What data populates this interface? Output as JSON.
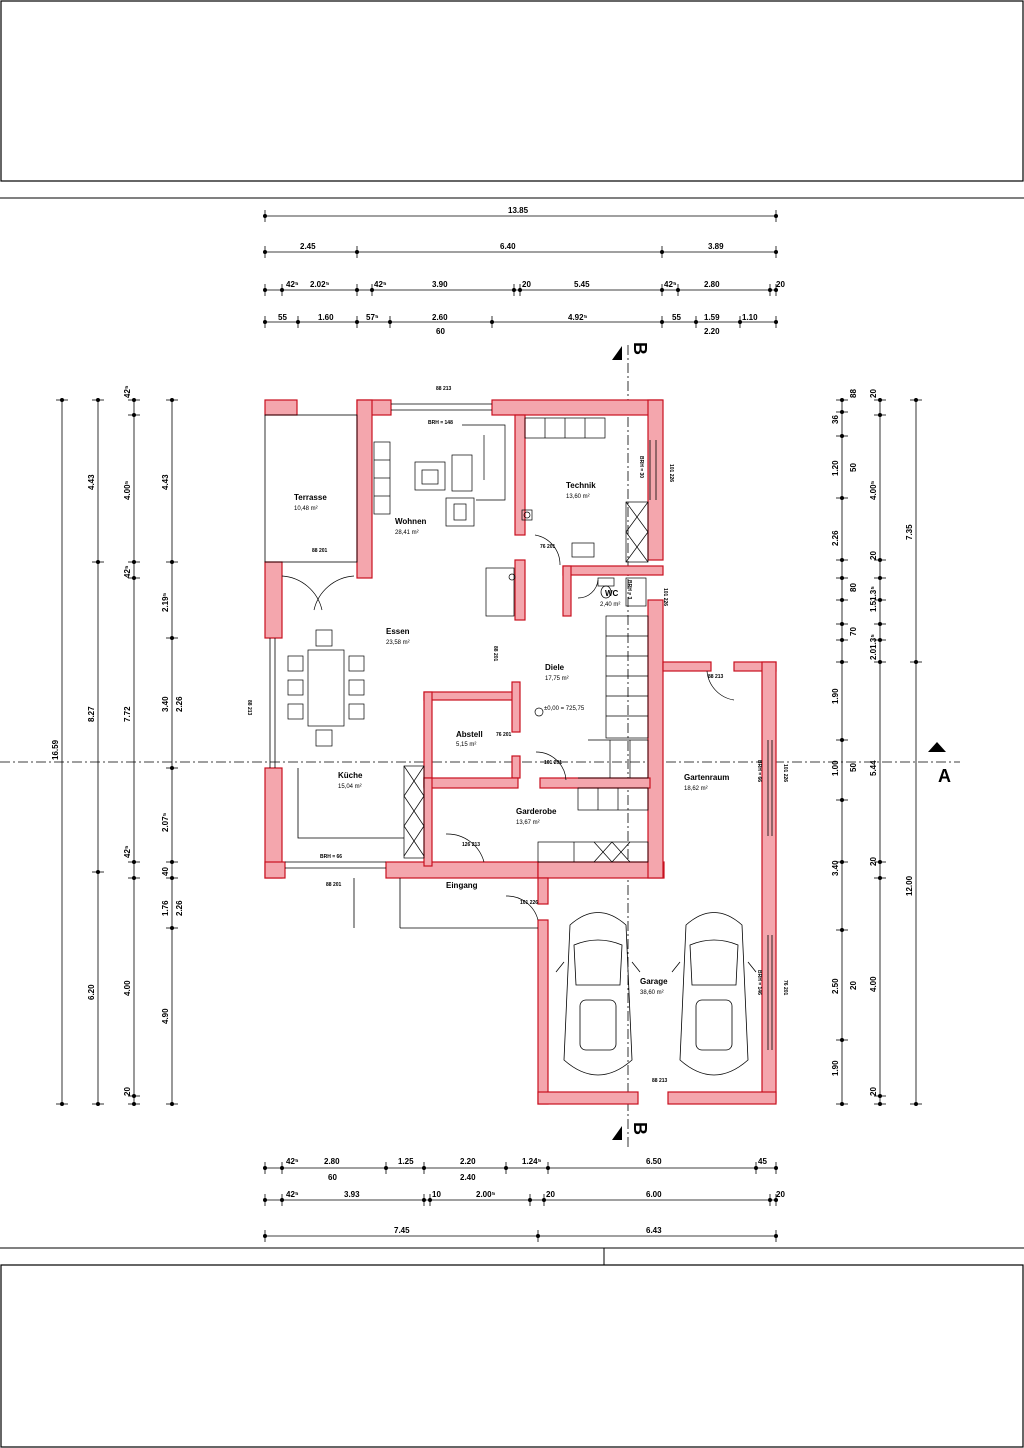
{
  "sheet": {
    "section_a": "A",
    "section_b": "B"
  },
  "dims": {
    "top": {
      "overall": "13.85",
      "row2": [
        "2.45",
        "6.40",
        "3.89"
      ],
      "row3": [
        "42⁵",
        "2.02⁵",
        "42⁵",
        "3.90",
        "20",
        "5.45",
        "42⁵",
        "2.80",
        "20"
      ],
      "row4": [
        "55",
        "1.60",
        "57⁵",
        "2.60",
        "4.92⁵",
        "55",
        "1.59",
        "1.10"
      ],
      "row4_sub": [
        "60",
        "2.20"
      ]
    },
    "left": {
      "overall": "16.59",
      "a": [
        "4.43",
        "8.27",
        "6.20"
      ],
      "b": [
        "42⁵",
        "4.00⁵",
        "42⁵",
        "7.72",
        "42⁵",
        "4.00",
        "20"
      ],
      "c": [
        "4.43",
        "2.19⁵",
        "3.40",
        "2.07⁵",
        "1.76",
        "4.90"
      ],
      "c_sub": [
        "2.26",
        "2.26",
        "40"
      ]
    },
    "right": {
      "overall_a": "7.35",
      "overall_b": "12.00",
      "a": [
        "36",
        "1.20",
        "2.26",
        "1.90",
        "1.00",
        "3.40",
        "2.50",
        "1.90"
      ],
      "a2": [
        "88",
        "50",
        "20",
        "70",
        "80",
        "50",
        "20",
        "20",
        "20",
        "20"
      ],
      "b": [
        "4.00⁵",
        "1.51.3⁵",
        "2.01.3⁵",
        "5.44",
        "4.00"
      ]
    },
    "bottom": {
      "row1": [
        "42⁵",
        "2.80",
        "1.25",
        "2.20",
        "1.24⁵",
        "6.50",
        "45"
      ],
      "row1_sub": [
        "60",
        "2.40"
      ],
      "row2": [
        "42⁵",
        "3.93",
        "10",
        "2.00⁵",
        "20",
        "6.00",
        "20"
      ],
      "overall": [
        "7.45",
        "6.43"
      ]
    }
  },
  "rooms": [
    {
      "name": "Terrasse",
      "area": "10,48 m²"
    },
    {
      "name": "Wohnen",
      "area": "28,41 m²"
    },
    {
      "name": "Technik",
      "area": "13,60 m²"
    },
    {
      "name": "WC",
      "area": "2,40 m²"
    },
    {
      "name": "Essen",
      "area": "23,58 m²"
    },
    {
      "name": "Diele",
      "area": "17,75 m²"
    },
    {
      "name": "Abstell",
      "area": "5,15 m²"
    },
    {
      "name": "Küche",
      "area": "15,04 m²"
    },
    {
      "name": "Garderobe",
      "area": "13,67 m²"
    },
    {
      "name": "Gartenraum",
      "area": "18,62 m²"
    },
    {
      "name": "Eingang",
      "area": ""
    },
    {
      "name": "Garage",
      "area": "38,60 m²"
    }
  ],
  "elevation": "±0,00 = 725,75",
  "tags": {
    "brh_wohnen": "BRH = 148",
    "brh_technik": "BRH = 30",
    "brh_wc": "BRH = 3",
    "brh_kueche": "BRH = 66",
    "brh_garten": "BRH = 66",
    "brh_garage": "BRH = 146",
    "door_a": "88 213",
    "door_b": "101 226",
    "door_c": "88 201",
    "door_d": "76 201",
    "door_e": "101 226",
    "door_f": "88 213",
    "door_g": "88 201",
    "door_h": "76 201",
    "door_i": "101 201",
    "door_j": "88 213",
    "door_k": "126 213",
    "door_l": "101 226"
  },
  "colors": {
    "wall_fill": "#f4a6ad",
    "wall_edge": "#c8101f",
    "line": "#000000"
  }
}
